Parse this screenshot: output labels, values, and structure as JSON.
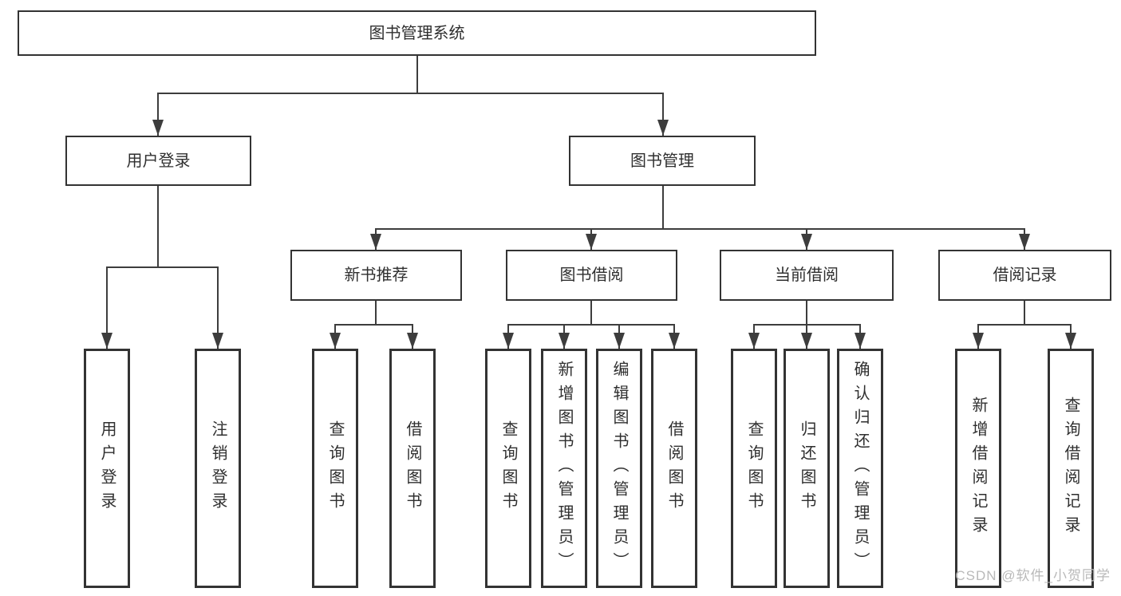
{
  "colors": {
    "background": "#ffffff",
    "box-bg": "#ffffff",
    "border": "#333333",
    "line": "#3d3d3d",
    "text": "#2f2f2f",
    "watermark": "#b9b9b9"
  },
  "diagram": {
    "root": {
      "label": "图书管理系统"
    },
    "level2": [
      {
        "label": "用户登录"
      },
      {
        "label": "图书管理"
      }
    ],
    "level3": [
      {
        "label": "新书推荐"
      },
      {
        "label": "图书借阅"
      },
      {
        "label": "当前借阅"
      },
      {
        "label": "借阅记录"
      }
    ],
    "leaves": [
      {
        "label": "用户登录"
      },
      {
        "label": "注销登录"
      },
      {
        "label": "查询图书"
      },
      {
        "label": "借阅图书"
      },
      {
        "label": "查询图书"
      },
      {
        "label": "新增图书（管理员）"
      },
      {
        "label": "编辑图书（管理员）"
      },
      {
        "label": "借阅图书"
      },
      {
        "label": "查询图书"
      },
      {
        "label": "归还图书"
      },
      {
        "label": "确认归还（管理员）"
      },
      {
        "label": "新增借阅记录"
      },
      {
        "label": "查询借阅记录"
      }
    ]
  },
  "watermark": {
    "text": "CSDN @软件_小贺同学"
  }
}
